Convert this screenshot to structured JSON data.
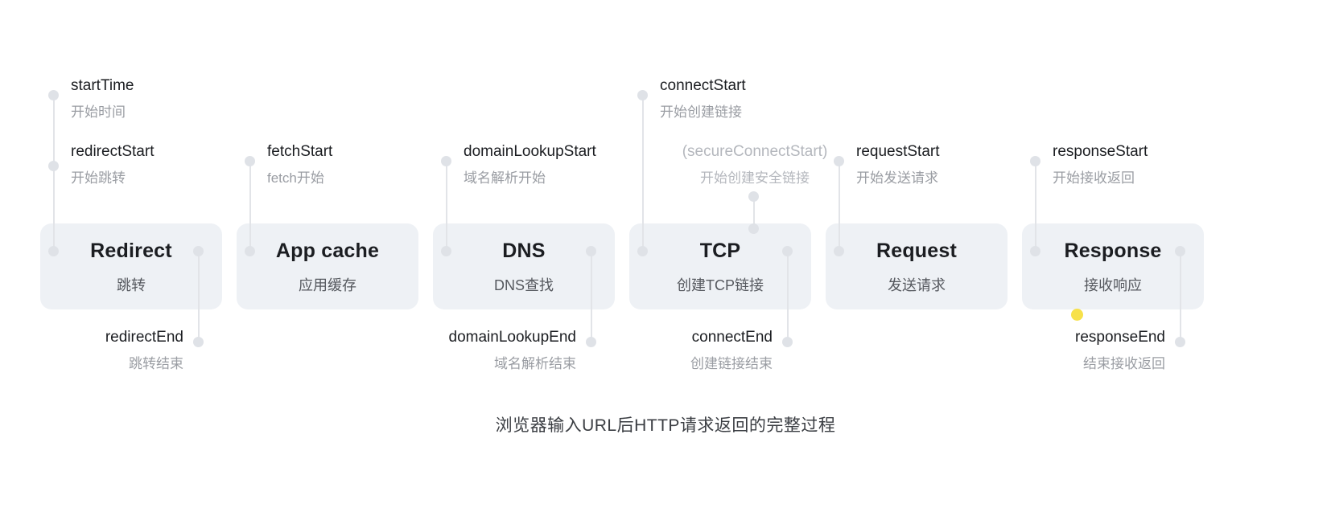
{
  "diagram": {
    "caption": "浏览器输入URL后HTTP请求返回的完整过程",
    "colors": {
      "box_fill": "#eef1f5",
      "connector": "#e2e4e8",
      "dot": "#dfe2e7",
      "title_text": "#1b1d21",
      "sub_text": "#55585e",
      "label_en": "#1b1d21",
      "label_zh": "#9a9da3",
      "muted_label": "#b4b7bd",
      "cursor_dot": "#f7e14a",
      "background": "#ffffff"
    },
    "phases": [
      {
        "id": "redirect",
        "title": "Redirect",
        "subtitle": "跳转"
      },
      {
        "id": "appcache",
        "title": "App cache",
        "subtitle": "应用缓存"
      },
      {
        "id": "dns",
        "title": "DNS",
        "subtitle": "DNS查找"
      },
      {
        "id": "tcp",
        "title": "TCP",
        "subtitle": "创建TCP链接"
      },
      {
        "id": "request",
        "title": "Request",
        "subtitle": "发送请求"
      },
      {
        "id": "response",
        "title": "Response",
        "subtitle": "接收响应"
      }
    ],
    "timing_marks": [
      {
        "id": "startTime",
        "en": "startTime",
        "zh": "开始时间",
        "position": "above",
        "muted": false
      },
      {
        "id": "redirectStart",
        "en": "redirectStart",
        "zh": "开始跳转",
        "position": "above",
        "muted": false
      },
      {
        "id": "redirectEnd",
        "en": "redirectEnd",
        "zh": "跳转结束",
        "position": "below",
        "muted": false
      },
      {
        "id": "fetchStart",
        "en": "fetchStart",
        "zh": "fetch开始",
        "position": "above",
        "muted": false
      },
      {
        "id": "domainLookupStart",
        "en": "domainLookupStart",
        "zh": "域名解析开始",
        "position": "above",
        "muted": false
      },
      {
        "id": "domainLookupEnd",
        "en": "domainLookupEnd",
        "zh": "域名解析结束",
        "position": "below",
        "muted": false
      },
      {
        "id": "connectStart",
        "en": "connectStart",
        "zh": "开始创建链接",
        "position": "above",
        "muted": false
      },
      {
        "id": "secureConnectStart",
        "en": "(secureConnectStart)",
        "zh": "开始创建安全链接",
        "position": "above",
        "muted": true
      },
      {
        "id": "connectEnd",
        "en": "connectEnd",
        "zh": "创建链接结束",
        "position": "below",
        "muted": false
      },
      {
        "id": "requestStart",
        "en": "requestStart",
        "zh": "开始发送请求",
        "position": "above",
        "muted": false
      },
      {
        "id": "responseStart",
        "en": "responseStart",
        "zh": "开始接收返回",
        "position": "above",
        "muted": false
      },
      {
        "id": "responseEnd",
        "en": "responseEnd",
        "zh": "结束接收返回",
        "position": "below",
        "muted": false
      }
    ]
  }
}
